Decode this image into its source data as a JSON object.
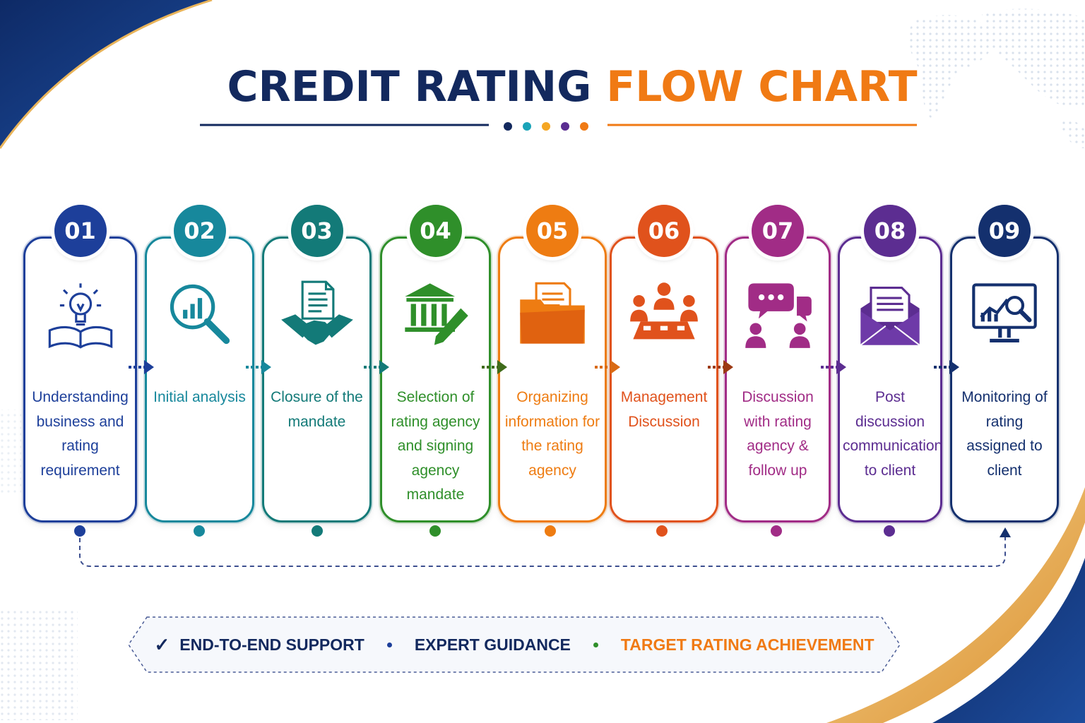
{
  "title": {
    "part1": "CREDIT RATING",
    "part2": "FLOW CHART"
  },
  "colors": {
    "navy": "#13295e",
    "orange": "#f07a14",
    "gold": "#e9b45a"
  },
  "divider_dots": [
    "#13295e",
    "#1aa3b8",
    "#f5a623",
    "#5a2d91",
    "#f07a14"
  ],
  "steps": [
    {
      "num": "01",
      "label": "Understanding business and rating requirement",
      "color": "#1d3f9a",
      "icon": "lightbulb-book-icon"
    },
    {
      "num": "02",
      "label": "Initial analysis",
      "color": "#17889c",
      "icon": "magnifier-chart-icon"
    },
    {
      "num": "03",
      "label": "Closure of the mandate",
      "color": "#137a78",
      "icon": "handshake-document-icon"
    },
    {
      "num": "04",
      "label": "Selection of rating agency and signing agency mandate",
      "color": "#2f8f2a",
      "icon": "bank-pen-icon"
    },
    {
      "num": "05",
      "label": "Organizing information for the rating agency",
      "color": "#ee7c12",
      "icon": "folder-documents-icon"
    },
    {
      "num": "06",
      "label": "Management Discussion",
      "color": "#e0521c",
      "icon": "meeting-table-icon"
    },
    {
      "num": "07",
      "label": "Discussion with rating agency & follow up",
      "color": "#a12c86",
      "icon": "chat-people-icon"
    },
    {
      "num": "08",
      "label": "Post discussion communication to client",
      "color": "#5c2d91",
      "icon": "envelope-letter-icon"
    },
    {
      "num": "09",
      "label": "Monitoring of rating assigned to client",
      "color": "#14306e",
      "icon": "monitor-analytics-icon"
    }
  ],
  "footer": {
    "items": [
      {
        "text": "END-TO-END SUPPORT",
        "color": "#13295e"
      },
      {
        "text": "EXPERT GUIDANCE",
        "color": "#13295e"
      },
      {
        "text": "TARGET RATING ACHIEVEMENT",
        "color": "#f07a14"
      }
    ],
    "separator_colors": [
      "#1d3f9a",
      "#2f8f2a"
    ]
  }
}
